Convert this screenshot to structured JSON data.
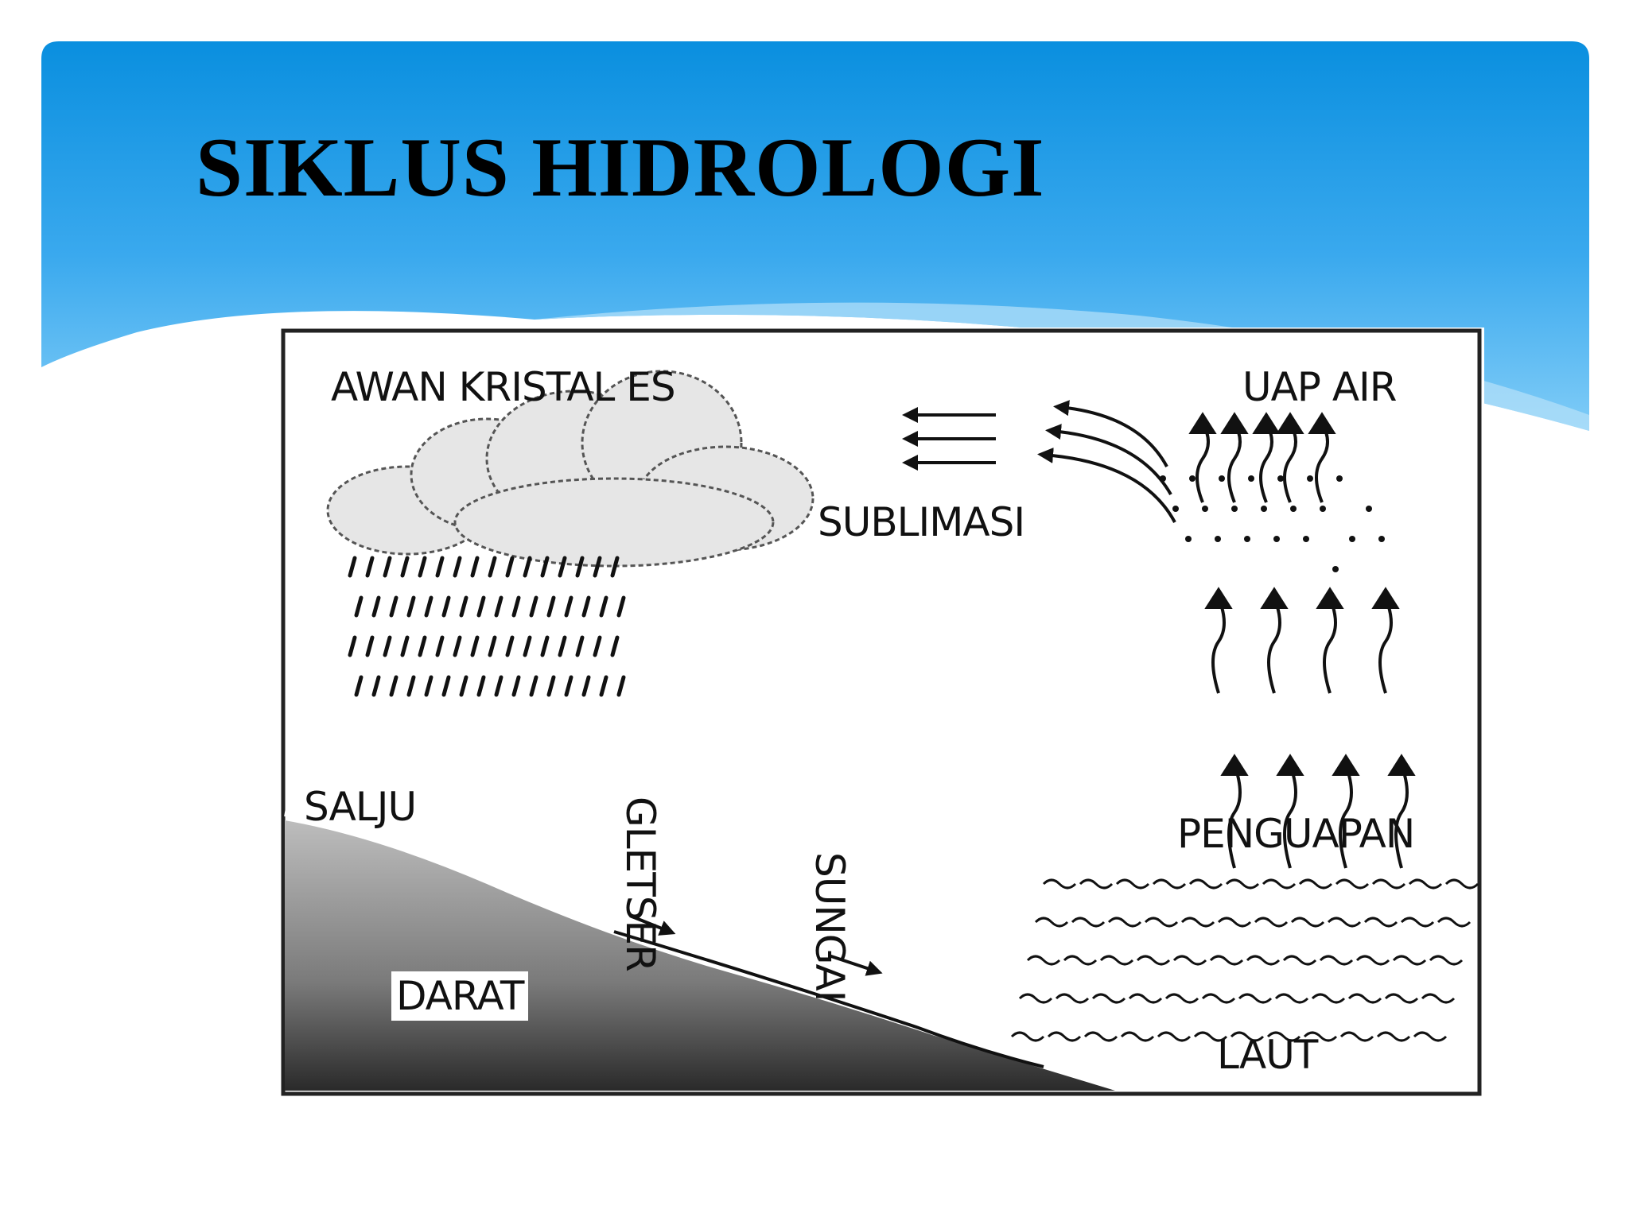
{
  "slide": {
    "title": "SIKLUS HIDROLOGI",
    "header_colors": [
      "#0a8fdf",
      "#3aa9ee",
      "#80ccf7"
    ]
  },
  "diagram": {
    "labels": {
      "awan_kristal_es": "AWAN KRISTAL ES",
      "uap_air": "UAP AIR",
      "sublimasi": "SUBLIMASI",
      "salju": "SALJU",
      "gletser": "GLETSER",
      "sungai": "SUNGAI",
      "penguapan": "PENGUAPAN",
      "darat": "DARAT",
      "laut": "LAUT"
    },
    "icons": [
      "cloud-icon",
      "rain-icon",
      "arrow-icon",
      "wave-icon"
    ]
  }
}
